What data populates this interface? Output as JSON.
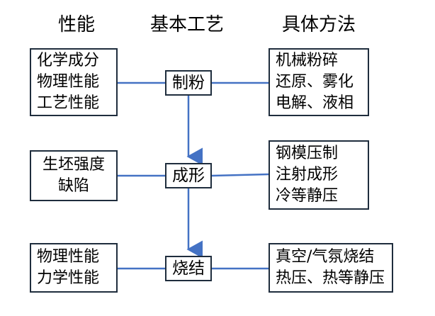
{
  "headers": {
    "properties": "性能",
    "process": "基本工艺",
    "methods": "具体方法"
  },
  "process_steps": [
    "制粉",
    "成形",
    "烧结"
  ],
  "properties": [
    [
      "化学成分",
      "物理性能",
      "工艺性能"
    ],
    [
      "生坯强度",
      "缺陷"
    ],
    [
      "物理性能",
      "力学性能"
    ]
  ],
  "methods": [
    [
      "机械粉碎",
      "还原、雾化",
      "电解、液相"
    ],
    [
      "钢模压制",
      "注射成形",
      "冷等静压"
    ],
    [
      "真空/气氛烧结",
      "热压、热等静压"
    ]
  ],
  "colors": {
    "connector": "#4472c4",
    "box_border": "#1f2d3d"
  }
}
